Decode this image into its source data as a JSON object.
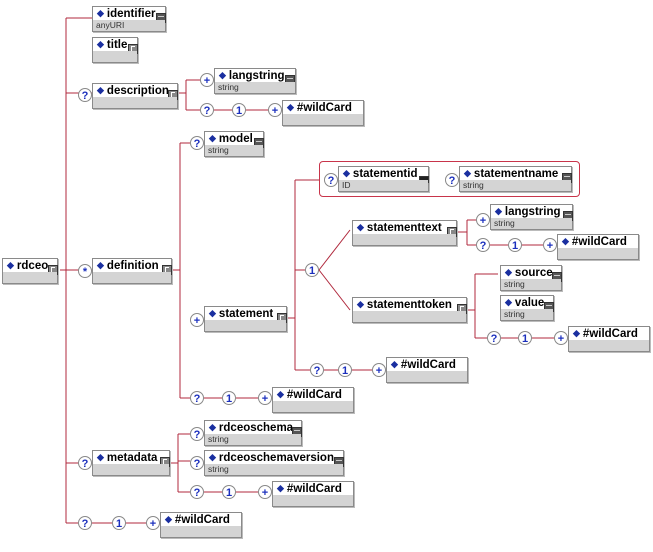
{
  "nodes": {
    "rdceo": {
      "name": "rdceo",
      "type": ""
    },
    "identifier": {
      "name": "identifier",
      "type": "anyURI"
    },
    "title": {
      "name": "title",
      "type": ""
    },
    "description": {
      "name": "description",
      "type": ""
    },
    "desc_langstring": {
      "name": "langstring",
      "type": "string"
    },
    "desc_wildcard": {
      "name": "#wildCard",
      "type": ""
    },
    "definition": {
      "name": "definition",
      "type": ""
    },
    "model": {
      "name": "model",
      "type": "string"
    },
    "statement": {
      "name": "statement",
      "type": ""
    },
    "statementid": {
      "name": "statementid",
      "type": "ID"
    },
    "statementname": {
      "name": "statementname",
      "type": "string"
    },
    "statementtext": {
      "name": "statementtext",
      "type": ""
    },
    "st_langstring": {
      "name": "langstring",
      "type": "string"
    },
    "st_wildcard": {
      "name": "#wildCard",
      "type": ""
    },
    "statementtoken": {
      "name": "statementtoken",
      "type": ""
    },
    "source": {
      "name": "source",
      "type": "string"
    },
    "value": {
      "name": "value",
      "type": "string"
    },
    "tok_wildcard": {
      "name": "#wildCard",
      "type": ""
    },
    "stmt_wildcard": {
      "name": "#wildCard",
      "type": ""
    },
    "def_wildcard": {
      "name": "#wildCard",
      "type": ""
    },
    "metadata": {
      "name": "metadata",
      "type": ""
    },
    "rdceoschema": {
      "name": "rdceoschema",
      "type": "string"
    },
    "rdceoschemaversion": {
      "name": "rdceoschemaversion",
      "type": "string"
    },
    "meta_wildcard": {
      "name": "#wildCard",
      "type": ""
    },
    "root_wildcard": {
      "name": "#wildCard",
      "type": ""
    }
  },
  "symbols": {
    "optional": "?",
    "one_or_more": "+",
    "zero_or_more": "*",
    "exactly_one": "1",
    "element_bullet": "◆"
  },
  "colors": {
    "line": "#b0283c",
    "badge_text": "#1b2fbd",
    "bullet": "#1a2fa0"
  }
}
